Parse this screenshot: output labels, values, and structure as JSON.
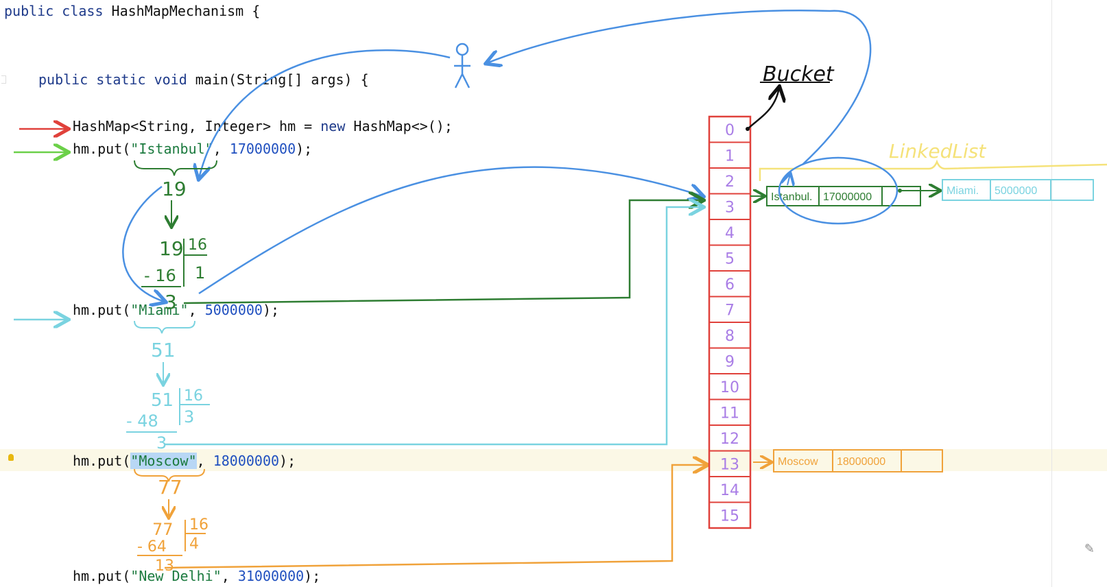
{
  "code": {
    "class_kw": "public class",
    "class_name": "HashMapMechanism {",
    "main_kw": "public static void",
    "main_rest": "main(String[] args) {",
    "line_hashmap": "HashMap<String, Integer> hm = ",
    "line_hashmap_new": "new",
    "line_hashmap_end": " HashMap<>();",
    "put1_pre": "hm.put(",
    "put1_key": "\"Istanbul\"",
    "put1_sep": ", ",
    "put1_val": "17000000",
    "put1_end": ");",
    "put2_pre": "hm.put(",
    "put2_key": "\"Miami\"",
    "put2_sep": ", ",
    "put2_val": "5000000",
    "put2_end": ");",
    "put3_pre": "hm.put(",
    "put3_key": "\"Moscow\"",
    "put3_sep": ", ",
    "put3_val": "18000000",
    "put3_end": ");",
    "put4_pre": "hm.put(",
    "put4_key": "\"New Delhi\"",
    "put4_sep": ", ",
    "put4_val": "31000000",
    "put4_end": ");"
  },
  "annotations": {
    "bucket_label": "Bucket",
    "linkedlist_label": "LinkedList",
    "istanbul_hash": "19",
    "istanbul_div": [
      "19",
      "16",
      "- 16",
      "1",
      "3"
    ],
    "miami_hash": "51",
    "miami_div": [
      "51",
      "16",
      "- 48",
      "3",
      "3"
    ],
    "moscow_hash": "77",
    "moscow_div": [
      "77",
      "16",
      "- 64",
      "4",
      "13"
    ]
  },
  "buckets": [
    "0",
    "1",
    "2",
    "3",
    "4",
    "5",
    "6",
    "7",
    "8",
    "9",
    "10",
    "11",
    "12",
    "13",
    "14",
    "15"
  ],
  "nodes": {
    "istanbul": {
      "key": "Istanbul.",
      "value": "17000000"
    },
    "miami": {
      "key": "Miami.",
      "value": "5000000"
    },
    "moscow": {
      "key": "Moscow",
      "value": "18000000"
    }
  },
  "colors": {
    "red": "#e0413b",
    "green": "#2e7d32",
    "lightgreen": "#6bd048",
    "cyan": "#7ad3e0",
    "orange": "#f0a23a",
    "blue": "#4a90e2",
    "purple": "#a97de6",
    "yellow": "#f5e27a"
  }
}
